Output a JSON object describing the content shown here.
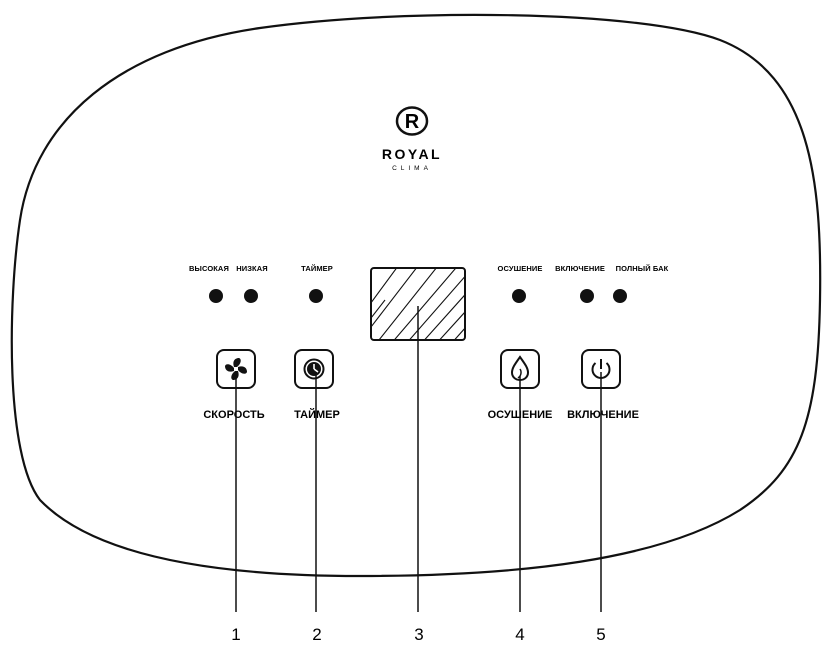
{
  "brand": {
    "logo_letter": "R",
    "name": "ROYAL",
    "sub": "CLIMA"
  },
  "indicators": {
    "high": "ВЫСОКАЯ",
    "low": "НИЗКАЯ",
    "timer": "ТАЙМЕР",
    "drying": "ОСУШЕНИЕ",
    "power": "ВКЛЮЧЕНИЕ",
    "tank_full": "ПОЛНЫЙ БАК"
  },
  "buttons": {
    "speed": {
      "label": "СКОРОСТЬ",
      "icon": "fan-icon"
    },
    "timer": {
      "label": "ТАЙМЕР",
      "icon": "clock-icon"
    },
    "drying": {
      "label": "ОСУШЕНИЕ",
      "icon": "water-drop-icon"
    },
    "power": {
      "label": "ВКЛЮЧЕНИЕ",
      "icon": "power-icon"
    }
  },
  "callouts": [
    "1",
    "2",
    "3",
    "4",
    "5"
  ],
  "colors": {
    "line": "#111111",
    "background": "#ffffff"
  }
}
